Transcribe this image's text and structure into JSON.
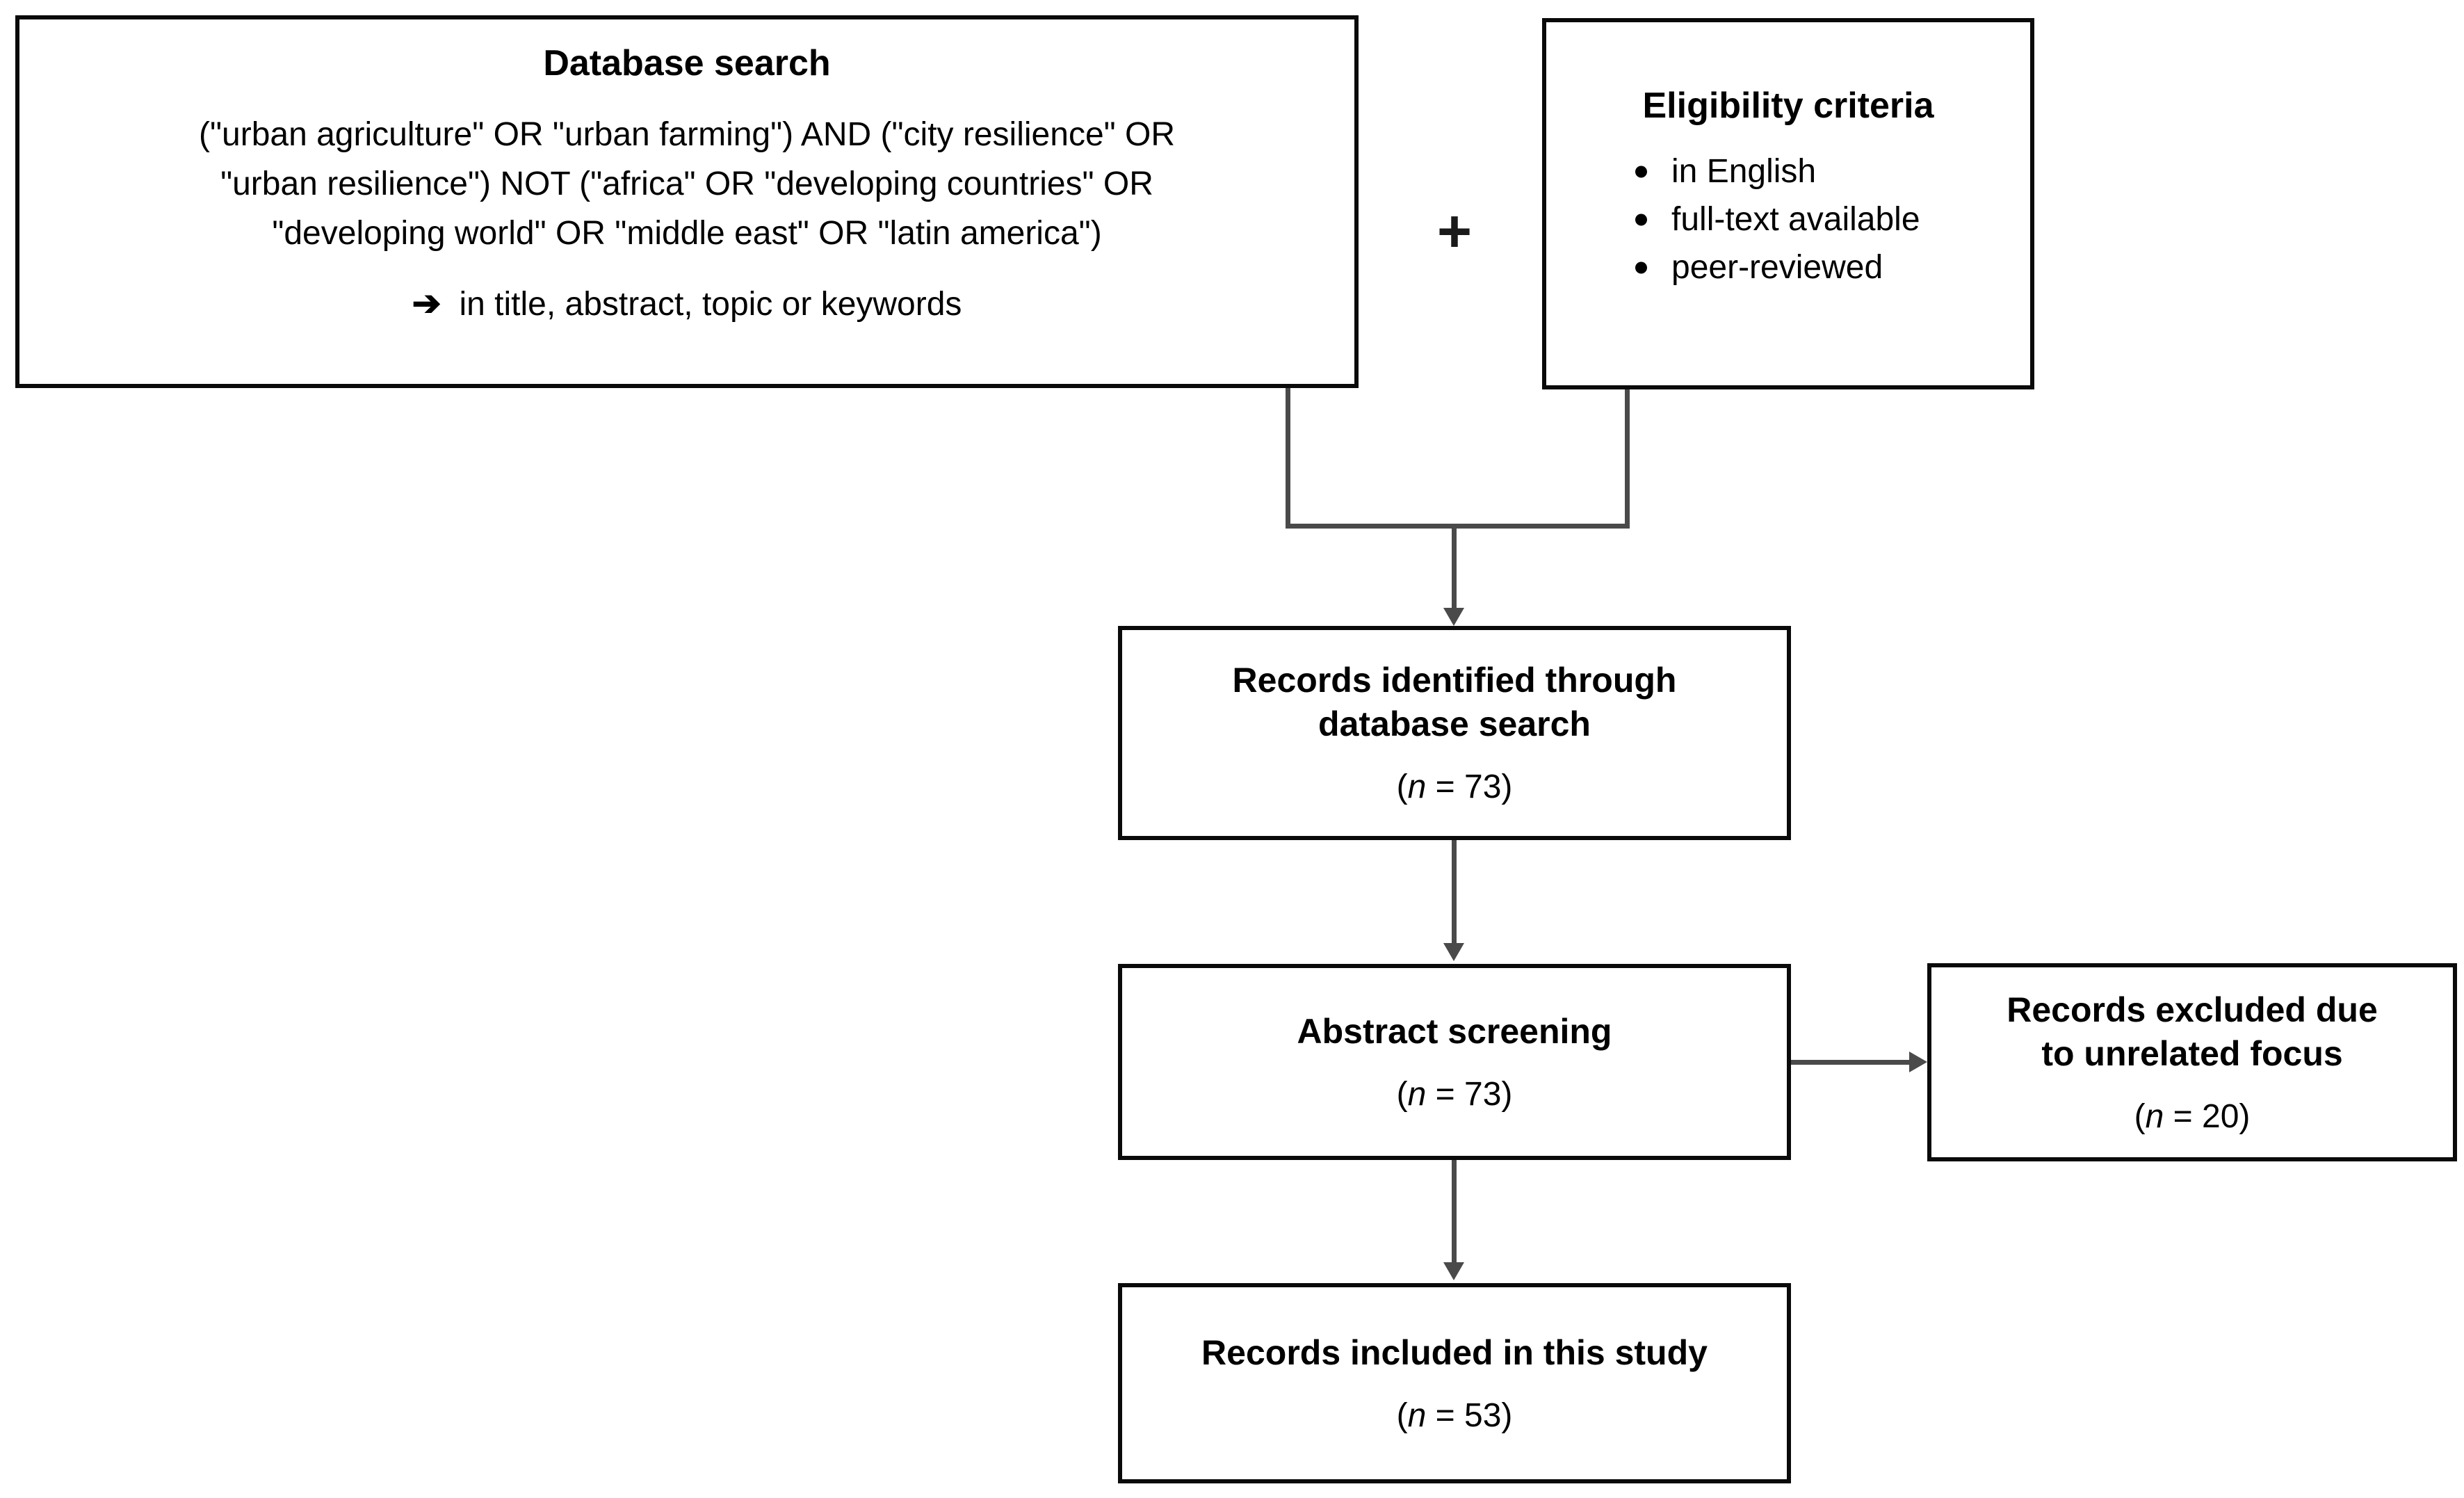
{
  "diagram": {
    "title": "PRISMA-style literature selection flow diagram",
    "accent_color": "#4a4a4a",
    "border_color": "#0a0a0a",
    "background": "#ffffff"
  },
  "database_search": {
    "title": "Database search",
    "query_lines": [
      "(\"urban agriculture\" OR \"urban farming\") AND (\"city resilience\" OR",
      "\"urban resilience\") NOT (\"africa\" OR \"developing countries\" OR",
      "\"developing world\" OR \"middle east\" OR \"latin america\")"
    ],
    "scope_arrow": "➔",
    "scope_text": "in title, abstract, topic or keywords"
  },
  "combiner": {
    "symbol": "+"
  },
  "eligibility": {
    "title": "Eligibility criteria",
    "criteria": [
      "in English",
      "full-text available",
      "peer-reviewed"
    ]
  },
  "flow": {
    "records_identified": {
      "title_line_1": "Records identified through",
      "title_line_2": "database search",
      "count_prefix": "(",
      "count_symbol": "n",
      "count_equals": " = ",
      "count_value": "73",
      "count_suffix": ")"
    },
    "abstract_screening": {
      "title_line_1": "Abstract screening",
      "count_prefix": "(",
      "count_symbol": "n",
      "count_equals": " = ",
      "count_value": "73",
      "count_suffix": ")"
    },
    "records_excluded": {
      "title_line_1": "Records excluded due",
      "title_line_2": "to unrelated focus",
      "count_prefix": "(",
      "count_symbol": "n",
      "count_equals": " = ",
      "count_value": "20",
      "count_suffix": ")"
    },
    "records_included": {
      "title_line_1": "Records included in this study",
      "count_prefix": "(",
      "count_symbol": "n",
      "count_equals": " = ",
      "count_value": "53",
      "count_suffix": ")"
    }
  },
  "chart_data": {
    "type": "table",
    "title": "Literature screening counts",
    "categories": [
      "Records identified through database search",
      "Abstract screening",
      "Records excluded due to unrelated focus",
      "Records included in this study"
    ],
    "values": [
      73,
      73,
      20,
      53
    ]
  }
}
